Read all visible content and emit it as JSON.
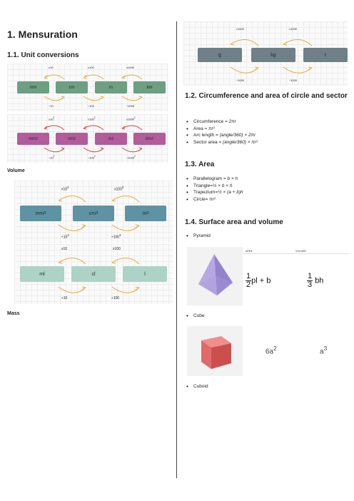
{
  "heading_main": "1. Mensuration",
  "section_unit": "1.1. Unit conversions",
  "length": {
    "units": [
      "mm",
      "cm",
      "m",
      "km"
    ],
    "mul": [
      "x10",
      "x100",
      "x1000"
    ],
    "div": [
      "÷10",
      "÷100",
      "÷1000"
    ]
  },
  "area": {
    "units": [
      "mm",
      "cm",
      "m",
      "km"
    ],
    "exp": "2",
    "mul": [
      "x10",
      "x100",
      "x1000"
    ],
    "div": [
      "÷10",
      "÷100",
      "÷1000"
    ]
  },
  "volume_label": "Volume",
  "volume": {
    "units": [
      "mm",
      "cm",
      "m"
    ],
    "exp": "3",
    "mul": [
      "x10",
      "x100"
    ],
    "div": [
      "÷10",
      "÷100"
    ]
  },
  "capacity": {
    "units": [
      "ml",
      "cl",
      "l"
    ],
    "mul": [
      "x10",
      "x100"
    ],
    "div": [
      "÷10",
      "÷100"
    ]
  },
  "mass_label": "Mass",
  "mass": {
    "units": [
      "g",
      "kg",
      "t"
    ],
    "mul": [
      "x1000",
      "x1000"
    ],
    "div": [
      "÷1000",
      "÷1000"
    ]
  },
  "section_circle": "1.2. Circumference and area of circle and sector",
  "circle_items": [
    {
      "label": "Circumference = ",
      "formula": "2πr"
    },
    {
      "label": "Area = ",
      "formula": "πr²"
    },
    {
      "label": "Arc length = ",
      "formula": "(angle/360) × 2πr"
    },
    {
      "label": "Sector area = ",
      "formula": "(angle/360) × πr²"
    }
  ],
  "section_area": "1.3. Area",
  "area_items": [
    {
      "label": "Parallelogram = ",
      "formula": "b × h"
    },
    {
      "label": "Triangle=",
      "formula": "½ × b × h"
    },
    {
      "label": "Trapezium=",
      "formula": "½ × (a + b)h"
    },
    {
      "label": "Circle= ",
      "formula": "πr²"
    }
  ],
  "section_surface": "1.4. Surface area and volume",
  "shapes": [
    {
      "name": "Pyramid",
      "col_area": "AREA",
      "col_volume": "VOLUME",
      "area_num": "1",
      "area_den": "2",
      "area_rest": "pl + b",
      "vol_num": "1",
      "vol_den": "3",
      "vol_rest": "bh"
    },
    {
      "name": "Cube",
      "area": "6a",
      "area_exp": "2",
      "volume": "a",
      "volume_exp": "3"
    },
    {
      "name": "Cuboid"
    }
  ],
  "colors": {
    "length_box": "#6e9f82",
    "area_box": "#b25c9c",
    "volume_box": "#5f92a3",
    "capacity_box": "#acd3c6",
    "mass_box": "#6f8088",
    "mul_arrow": "#e8a93a",
    "div_arrow": "#d9433a"
  }
}
